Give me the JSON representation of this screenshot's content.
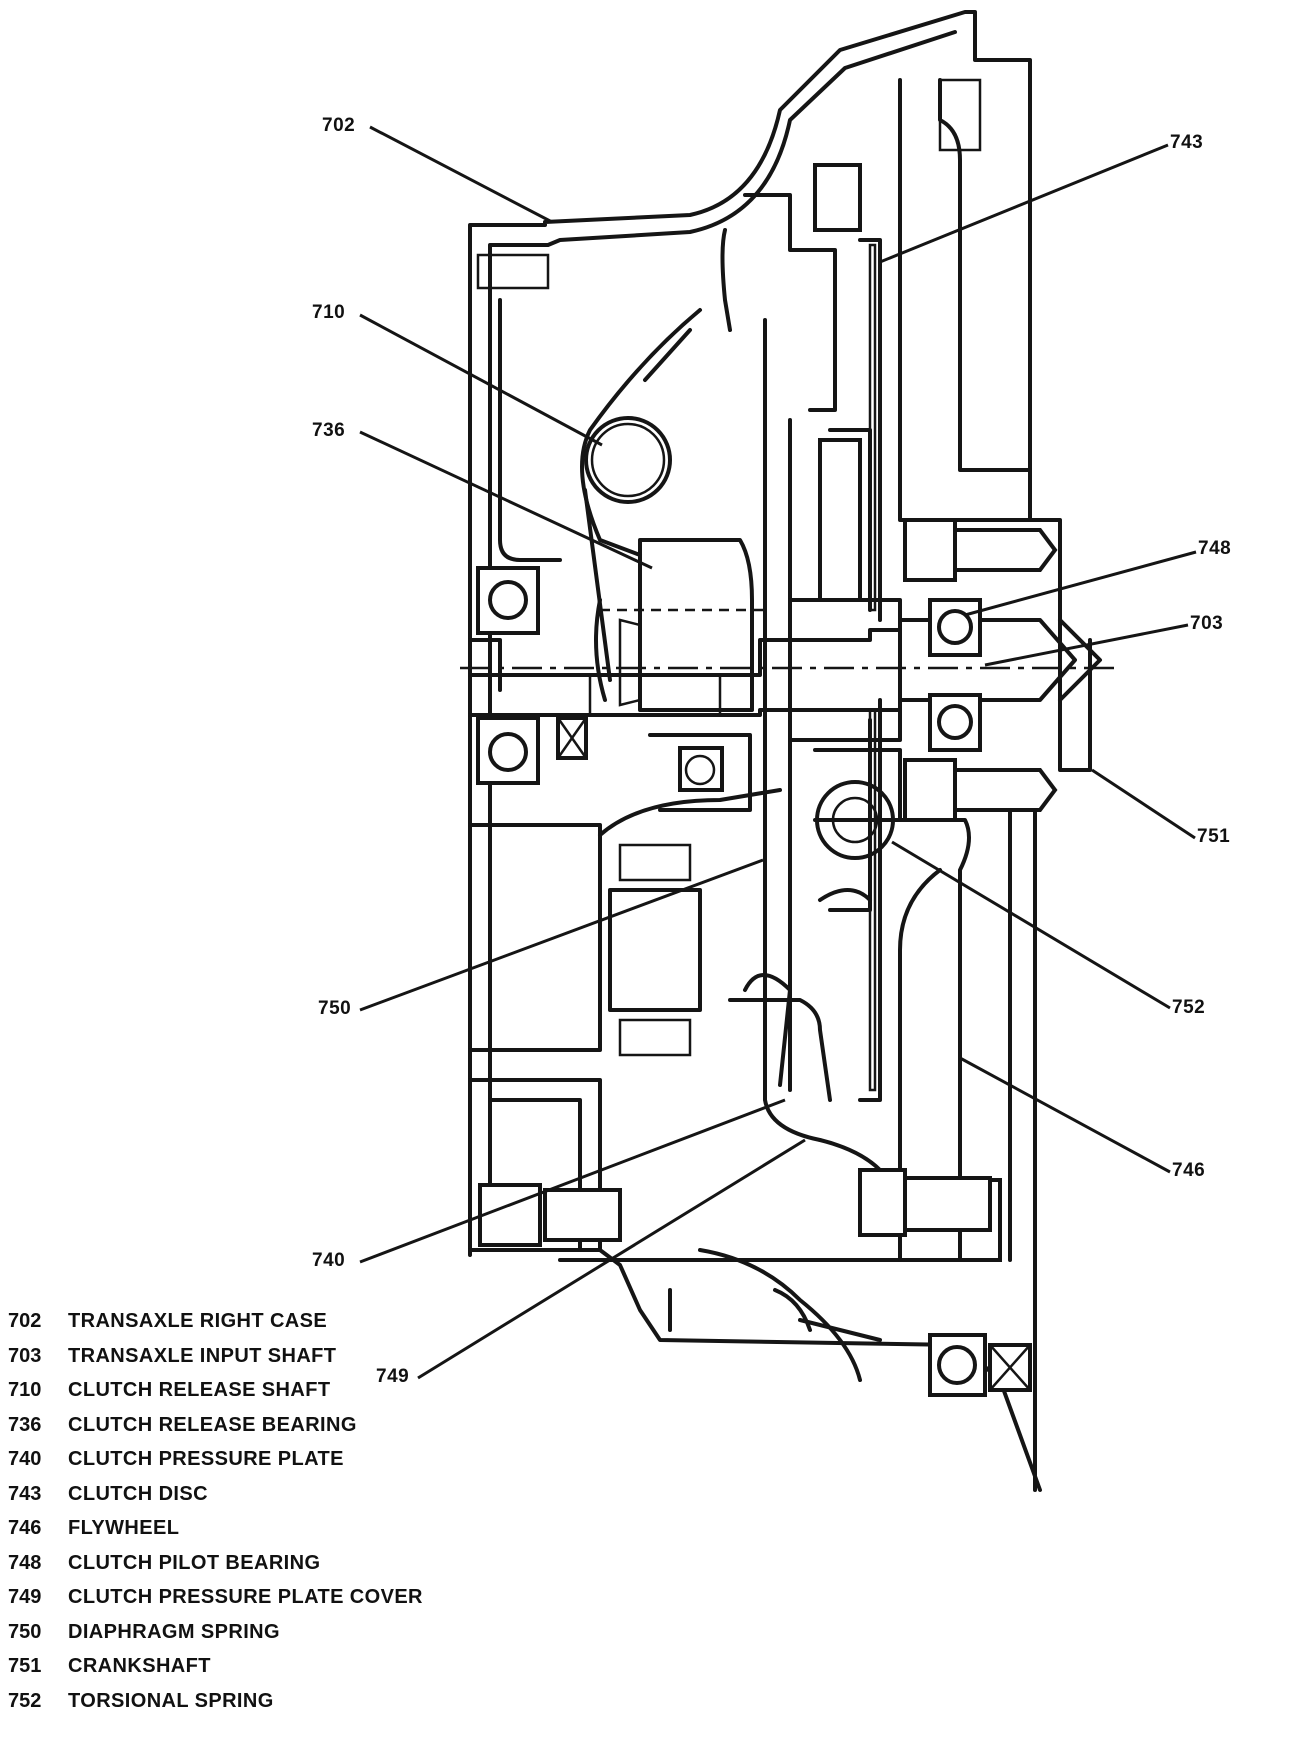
{
  "callouts": [
    {
      "id": "702",
      "label": "702"
    },
    {
      "id": "743",
      "label": "743"
    },
    {
      "id": "710",
      "label": "710"
    },
    {
      "id": "736",
      "label": "736"
    },
    {
      "id": "748",
      "label": "748"
    },
    {
      "id": "703",
      "label": "703"
    },
    {
      "id": "751",
      "label": "751"
    },
    {
      "id": "750",
      "label": "750"
    },
    {
      "id": "752",
      "label": "752"
    },
    {
      "id": "746",
      "label": "746"
    },
    {
      "id": "740",
      "label": "740"
    },
    {
      "id": "749",
      "label": "749"
    }
  ],
  "legend": [
    {
      "num": "702",
      "text": "TRANSAXLE RIGHT CASE"
    },
    {
      "num": "703",
      "text": "TRANSAXLE INPUT SHAFT"
    },
    {
      "num": "710",
      "text": "CLUTCH RELEASE SHAFT"
    },
    {
      "num": "736",
      "text": "CLUTCH RELEASE BEARING"
    },
    {
      "num": "740",
      "text": "CLUTCH PRESSURE PLATE"
    },
    {
      "num": "743",
      "text": "CLUTCH DISC"
    },
    {
      "num": "746",
      "text": "FLYWHEEL"
    },
    {
      "num": "748",
      "text": "CLUTCH PILOT BEARING"
    },
    {
      "num": "749",
      "text": "CLUTCH PRESSURE PLATE COVER"
    },
    {
      "num": "750",
      "text": "DIAPHRAGM SPRING"
    },
    {
      "num": "751",
      "text": "CRANKSHAFT"
    },
    {
      "num": "752",
      "text": "TORSIONAL SPRING"
    }
  ]
}
